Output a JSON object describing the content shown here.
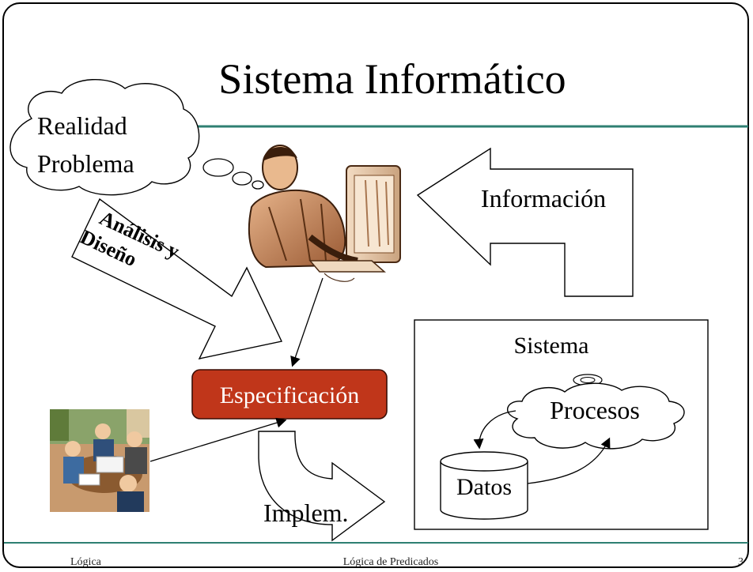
{
  "slide": {
    "title": "Sistema Informático",
    "footer": {
      "left": "Lógica",
      "center": "Lógica de Predicados",
      "page_number": "3"
    }
  },
  "diagram": {
    "thought_cloud": {
      "line1": "Realidad",
      "line2": "Problema"
    },
    "analysis_arrow": {
      "line1": "Análisis y",
      "line2": "Diseño"
    },
    "information_arrow": {
      "label": "Información"
    },
    "specification_box": {
      "label": "Especificación"
    },
    "implementation_arrow": {
      "label": "Implem."
    },
    "system_box": {
      "title": "Sistema",
      "processes_cloud": {
        "label": "Procesos"
      },
      "data_store": {
        "label": "Datos"
      }
    }
  },
  "colors": {
    "accent_line": "#2e7f72",
    "specification_fill": "#c0361a",
    "specification_text": "#ffffff"
  },
  "icons": [
    "person-at-computer-icon",
    "meeting-group-icon"
  ]
}
